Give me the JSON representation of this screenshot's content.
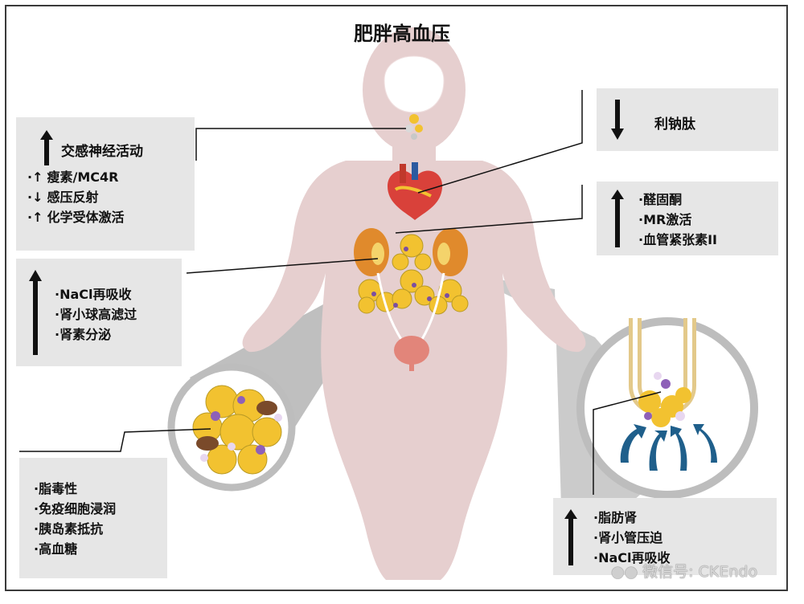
{
  "title": "肥胖高血压",
  "boxes": {
    "sympathetic": {
      "heading": "交感神经活动",
      "direction": "up",
      "items": [
        {
          "bullet": "·↑",
          "text": "瘦素/MC4R"
        },
        {
          "bullet": "·↓",
          "text": "感压反射"
        },
        {
          "bullet": "·↑",
          "text": "化学受体激活"
        }
      ]
    },
    "renal": {
      "direction": "up",
      "items": [
        "·NaCl再吸收",
        "·肾小球高滤过",
        "·肾素分泌"
      ]
    },
    "adipose": {
      "items": [
        "·脂毒性",
        "·免疫细胞浸润",
        "·胰岛素抵抗",
        "·高血糖"
      ]
    },
    "natriuretic": {
      "heading": "利钠肽",
      "direction": "down"
    },
    "aldosterone": {
      "direction": "up",
      "items": [
        "·醛固酮",
        "·MR激活",
        "·血管紧张素II"
      ]
    },
    "fatty_kidney": {
      "direction": "up",
      "items": [
        "·脂肪肾",
        "·肾小管压迫",
        "·NaCl再吸收"
      ]
    }
  },
  "watermark": {
    "icon": "wechat-icon",
    "text": "微信号: CKEndo"
  },
  "colors": {
    "body": "#e6cfcf",
    "box": "#e6e6e6",
    "zoom": "#bdbdbd",
    "fat": "#f2c230",
    "arrow_blue": "#1f5f8b"
  }
}
